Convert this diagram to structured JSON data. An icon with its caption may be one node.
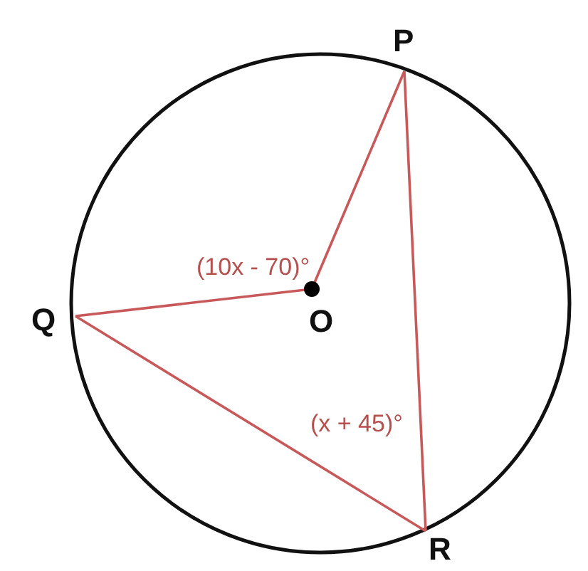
{
  "diagram": {
    "nodes": [
      {
        "text": [
          "P"
        ]
      },
      {
        "text": [
          "Q"
        ]
      },
      {
        "text": [
          "O"
        ]
      },
      {
        "text": [
          "R"
        ]
      }
    ],
    "edges": [
      {
        "from": 2,
        "to": 0,
        "arrow": "none"
      },
      {
        "from": 2,
        "to": 1,
        "arrow": "none"
      },
      {
        "from": 1,
        "to": 3,
        "arrow": "none"
      },
      {
        "from": 0,
        "to": 3,
        "arrow": "none"
      }
    ],
    "labels": [
      "(10x - 70)°",
      "(x + 45)°"
    ]
  }
}
